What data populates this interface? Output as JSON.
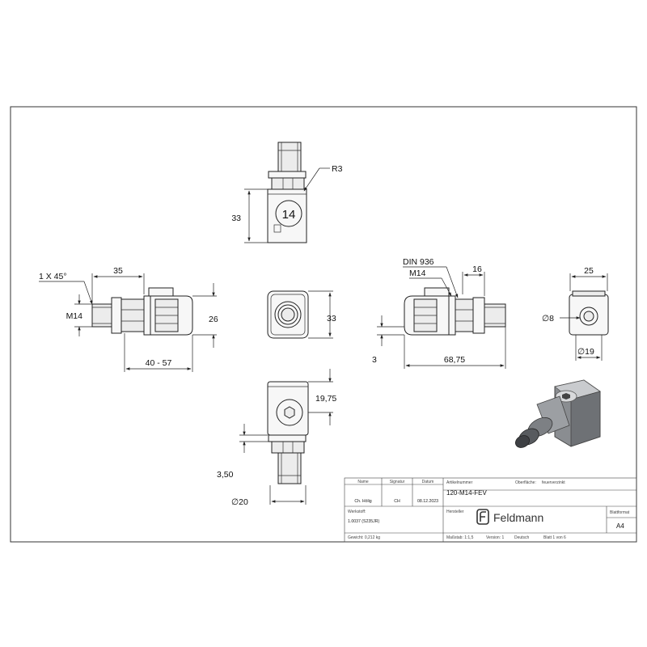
{
  "dimensions": {
    "top_r3": "R3",
    "top_height": "33",
    "top_badge": "14",
    "left_chamfer": "1 X 45°",
    "left_thread_len": "35",
    "left_thread": "M14",
    "left_height": "26",
    "left_length": "40 - 57",
    "front_height": "33",
    "right_din": "DIN 936",
    "right_thread": "M14",
    "right_width": "16",
    "right_offset": "3",
    "right_length": "68,75",
    "side_width": "25",
    "side_bore": "∅8",
    "side_dia": "∅19",
    "bottom_height": "19,75",
    "bottom_offset": "3,50",
    "bottom_dia": "∅20"
  },
  "title_block": {
    "h_name": "Name",
    "h_signatur": "Signatur",
    "h_datum": "Datum",
    "v_name": "Ch. Hölig",
    "v_signatur": "CH",
    "v_datum": "08.12.2023",
    "l_artikel": "Artikelnummer",
    "v_artikel": "120-M14-FEV",
    "l_oberflaeche": "Oberfläche:",
    "v_oberflaeche": "feuerverzinkt",
    "l_werkstoff": "Werkstoff:",
    "v_werkstoff": "1.0037 (S235JR)",
    "l_hersteller": "Hersteller",
    "brand": "Feldmann",
    "l_blattformat": "Blattformat",
    "v_blattformat": "A4",
    "l_gewicht": "Gewicht: 0,212 kg",
    "l_massstab": "Maßstab: 1:1,5",
    "l_version": "Version: 1",
    "l_sprache": "Deutsch",
    "l_blatt": "Blatt 1 von 6"
  }
}
